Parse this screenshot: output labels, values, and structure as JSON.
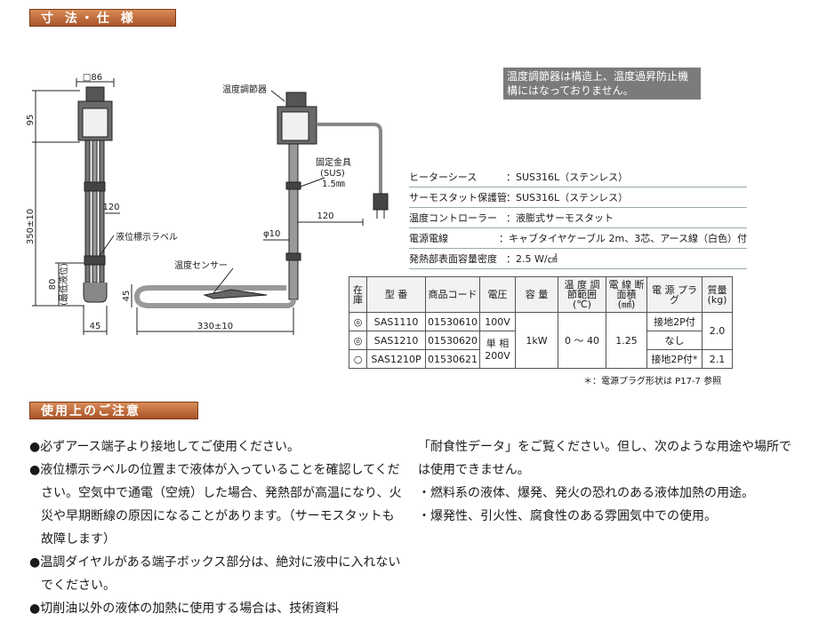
{
  "section1": {
    "title": "寸 法・仕 様"
  },
  "section2": {
    "title": "使用上のご注意"
  },
  "drawing": {
    "labels": {
      "sq86": "□86",
      "thermostat": "温度調節器",
      "dim95": "95",
      "dim350": "350±10",
      "dim120a": "120",
      "dim120b": "120",
      "bracket1": "固定金具",
      "bracket2": "(SUS)",
      "bracket3": "1.5㎜",
      "liquid_label": "液位標示ラベル",
      "phi10": "φ10",
      "sensor": "温度センサー",
      "dim80": "80",
      "dim80sub": "(最低液位)",
      "dim45v": "45",
      "dim45h": "45",
      "dim330": "330±10"
    }
  },
  "warning": "温度調節器は構造上、温度過昇防止機構にはなっておりません。",
  "specs": [
    {
      "label": "ヒーターシース",
      "value": "：SUS316L（ステンレス）"
    },
    {
      "label": "サーモスタット保護管",
      "value": "：SUS316L（ステンレス）"
    },
    {
      "label": "温度コントローラー",
      "value": "：液膨式サーモスタット"
    },
    {
      "label": "電源電線",
      "value": "：キャブタイヤケーブル 2m、3芯、アース線（白色）付"
    },
    {
      "label": "発熱部表面容量密度",
      "value": "：2.5 W/㎠"
    }
  ],
  "table": {
    "headers": {
      "stock": "在庫",
      "model": "型 番",
      "code": "商品コード",
      "voltage": "電圧",
      "capacity": "容 量",
      "temp_range": "温 度 調節範囲 (℃)",
      "wire": "電 線 断面積 (㎟)",
      "plug": "電 源 プラグ",
      "weight": "質量 (kg)"
    },
    "rows": [
      {
        "stock": "◎",
        "model": "SAS1110",
        "code": "01530610",
        "voltage": "100V",
        "plug": "接地2P付",
        "weight": "2.0"
      },
      {
        "stock": "◎",
        "model": "SAS1210",
        "code": "01530620",
        "plug": "なし"
      },
      {
        "stock": "○",
        "model": "SAS1210P",
        "code": "01530621",
        "plug": "接地2P付*",
        "weight": "2.1"
      }
    ],
    "voltage_shared": "単 相 200V",
    "capacity_shared": "1kW",
    "temp_shared": "0 ～ 40",
    "wire_shared": "1.25"
  },
  "footnote": "＊：電源プラグ形状は P17-7 参照",
  "notes_left": [
    "●必ずアース端子より接地してご使用ください。",
    "●液位標示ラベルの位置まで液体が入っていることを確認してください。空気中で通電（空焼）した場合、発熱部が高温になり、火災や早期断線の原因になることがあります。（サーモスタットも故障します）",
    "●温調ダイヤルがある端子ボックス部分は、絶対に液中に入れないでください。",
    "●切削油以外の液体の加熱に使用する場合は、技術資料"
  ],
  "notes_right": {
    "intro": "「耐食性データ」をご覧ください。但し、次のような用途や場所では使用できません。",
    "items": [
      "・燃料系の液体、爆発、発火の恐れのある液体加熱の用途。",
      "・爆発性、引火性、腐食性のある雰囲気中での使用。"
    ]
  }
}
